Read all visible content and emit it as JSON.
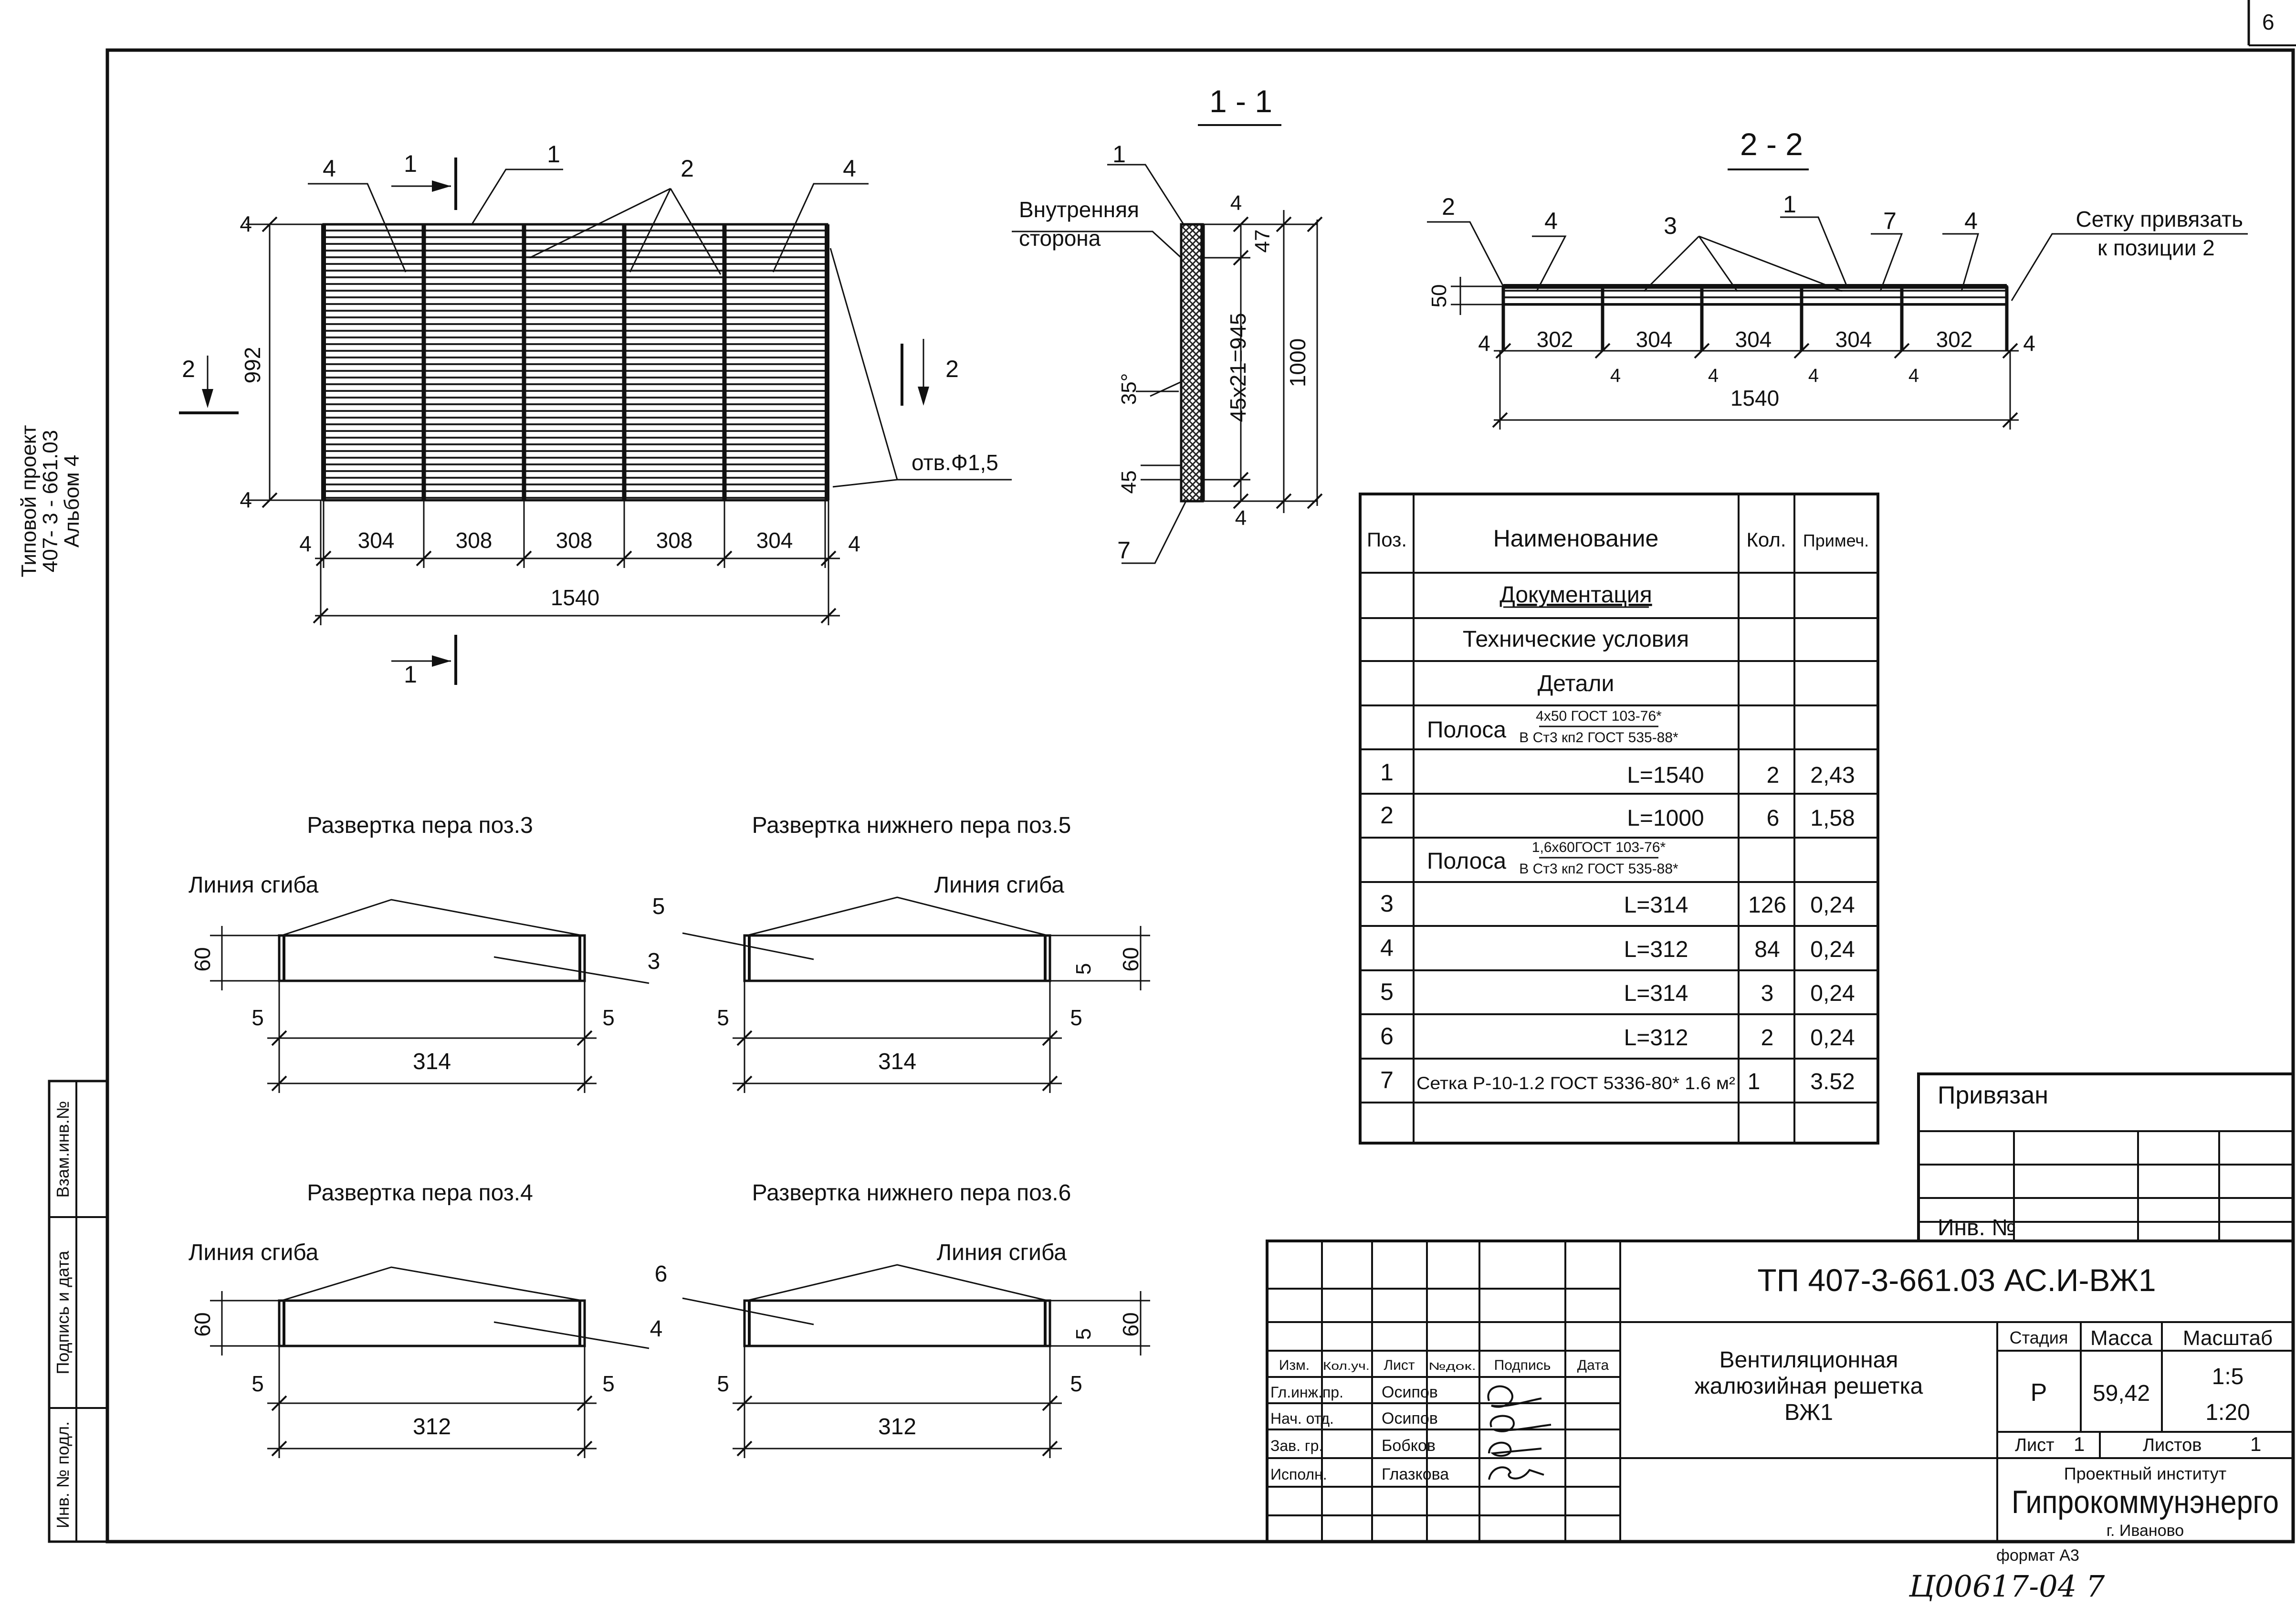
{
  "page_number": "6",
  "side_project": {
    "line1": "Типовой проект",
    "line2": "407- 3 - 661.03",
    "line3": "Альбом 4"
  },
  "side_stamps": {
    "vzam": "Взам.инв.№",
    "podpis": "Подпись и дата",
    "inv": "Инв. № подл."
  },
  "plan": {
    "cut1": "1",
    "cut2": "2",
    "pos_left": "4",
    "pos_top": "1",
    "pos_mid": "2",
    "pos_right": "4",
    "dim_top": "4",
    "dim_height": "992",
    "dim_bottom": "4",
    "bottom_dims": [
      "4",
      "304",
      "308",
      "308",
      "308",
      "304",
      "4"
    ],
    "total": "1540",
    "hole": "отв.Ф1,5"
  },
  "section11": {
    "title": "1 - 1",
    "pos1": "1",
    "pos7": "7",
    "inner1": "Внутренняя",
    "inner2": "сторона",
    "d4top": "4",
    "d47": "47",
    "d945": "45x21=945",
    "d1000": "1000",
    "d4bot": "4",
    "angle": "35°",
    "d45": "45"
  },
  "section22": {
    "title": "2 - 2",
    "pos2": "2",
    "pos4a": "4",
    "pos3": "3",
    "pos1": "1",
    "pos7": "7",
    "pos4b": "4",
    "note1": "Сетку привязать",
    "note2": "к позиции 2",
    "d50": "50",
    "dims": [
      "4",
      "302",
      "304",
      "304",
      "304",
      "302",
      "4"
    ],
    "small4": "4",
    "total": "1540"
  },
  "unfold": [
    {
      "title": "Развертка пера поз.3",
      "bend": "Линия сгиба",
      "h": "60",
      "pos": "3",
      "w": "314",
      "e": "5"
    },
    {
      "title": "Развертка нижнего пера поз.5",
      "bend": "Линия сгиба",
      "h": "60",
      "pos": "5",
      "w": "314",
      "e": "5"
    },
    {
      "title": "Развертка пера поз.4",
      "bend": "Линия сгиба",
      "h": "60",
      "pos": "4",
      "w": "312",
      "e": "5"
    },
    {
      "title": "Развертка нижнего пера поз.6",
      "bend": "Линия сгиба",
      "h": "60",
      "pos": "6",
      "w": "312",
      "e": "5"
    }
  ],
  "spec": {
    "headers": [
      "Поз.",
      "Наименование",
      "Кол.",
      "Примеч."
    ],
    "doc": "Документация",
    "tu": "Технические условия",
    "details": "Детали",
    "strip1": {
      "name": "Полоса",
      "top": "4x50 ГОСТ 103-76*",
      "bottom": "В Ст3 кп2 ГОСТ 535-88*"
    },
    "strip2": {
      "name": "Полоса",
      "top": "1,6x60ГОСТ 103-76*",
      "bottom": "В Ст3 кп2 ГОСТ 535-88*"
    },
    "rows": [
      {
        "pos": "1",
        "name": "L=1540",
        "qty": "2",
        "note": "2,43"
      },
      {
        "pos": "2",
        "name": "L=1000",
        "qty": "6",
        "note": "1,58"
      },
      {
        "pos": "3",
        "name": "L=314",
        "qty": "126",
        "note": "0,24"
      },
      {
        "pos": "4",
        "name": "L=312",
        "qty": "84",
        "note": "0,24"
      },
      {
        "pos": "5",
        "name": "L=314",
        "qty": "3",
        "note": "0,24"
      },
      {
        "pos": "6",
        "name": "L=312",
        "qty": "2",
        "note": "0,24"
      },
      {
        "pos": "7",
        "name": "Сетка Р-10-1.2 ГОСТ 5336-80* 1.6 м²",
        "qty": "1",
        "note": "3.52"
      }
    ]
  },
  "attached": {
    "title": "Привязан",
    "inv": "Инв. №"
  },
  "titleblock": {
    "code": "ТП   407-3-661.03   АС.И-ВЖ1",
    "name1": "Вентиляционная",
    "name2": "жалюзийная решетка",
    "name3": "ВЖ1",
    "headers": [
      "Изм.",
      "Кол.уч.",
      "Лист",
      "№док.",
      "Подпись",
      "Дата"
    ],
    "roles": [
      {
        "role": "Гл.инж.пр.",
        "name": "Осипов"
      },
      {
        "role": "Нач. отд.",
        "name": "Осипов"
      },
      {
        "role": "Зав. гр.",
        "name": "Бобков"
      },
      {
        "role": "Исполн.",
        "name": "Глазкова"
      }
    ],
    "stage_h": "Стадия",
    "mass_h": "Масса",
    "scale_h": "Масштаб",
    "stage": "Р",
    "mass": "59,42",
    "scale1": "1:5",
    "scale2": "1:20",
    "sheet_l": "Лист",
    "sheet_v": "1",
    "sheets_l": "Листов",
    "sheets_v": "1",
    "inst1": "Проектный институт",
    "inst2": "Гипрокоммунэнерго",
    "inst3": "г. Иваново",
    "format": "формат А3"
  },
  "handwritten": "Ц00617-04  7"
}
